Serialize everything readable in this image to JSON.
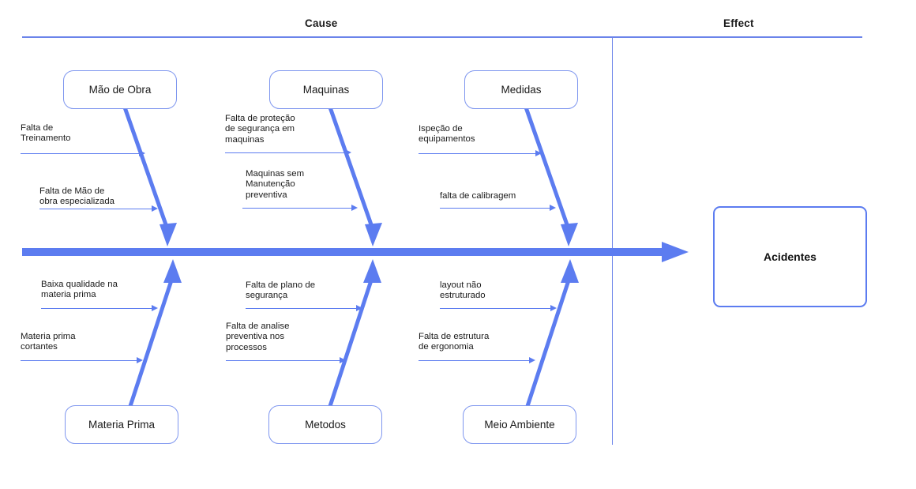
{
  "diagram": {
    "type": "fishbone-ishikawa",
    "header": {
      "cause_label": "Cause",
      "effect_label": "Effect"
    },
    "effect": {
      "label": "Acidentes"
    },
    "colors": {
      "accent_blue": "#5C7CF0",
      "box_border": "#7E96EF",
      "rule_blue": "#6B84EA",
      "text": "#1A1A1A",
      "background": "#FFFFFF"
    },
    "categories": [
      {
        "id": "mao-de-obra",
        "label": "Mão de Obra",
        "position": "top",
        "causes": [
          "Falta de\nTreinamento",
          "Falta de Mão de\nobra especializada"
        ]
      },
      {
        "id": "maquinas",
        "label": "Maquinas",
        "position": "top",
        "causes": [
          "Falta de proteção\nde segurança em\nmaquinas",
          "Maquinas sem\nManutenção\npreventiva"
        ]
      },
      {
        "id": "medidas",
        "label": "Medidas",
        "position": "top",
        "causes": [
          "Ispeção de\nequipamentos",
          "falta de calibragem"
        ]
      },
      {
        "id": "materia-prima",
        "label": "Materia Prima",
        "position": "bottom",
        "causes": [
          "Baixa qualidade na\nmateria prima",
          "Materia prima\ncortantes"
        ]
      },
      {
        "id": "metodos",
        "label": "Metodos",
        "position": "bottom",
        "causes": [
          "Falta de plano de\nsegurança",
          "Falta de analise\npreventiva nos\nprocessos"
        ]
      },
      {
        "id": "meio-ambiente",
        "label": "Meio Ambiente",
        "position": "bottom",
        "causes": [
          "layout não\nestruturado",
          "Falta de estrutura\nde ergonomia"
        ]
      }
    ]
  }
}
